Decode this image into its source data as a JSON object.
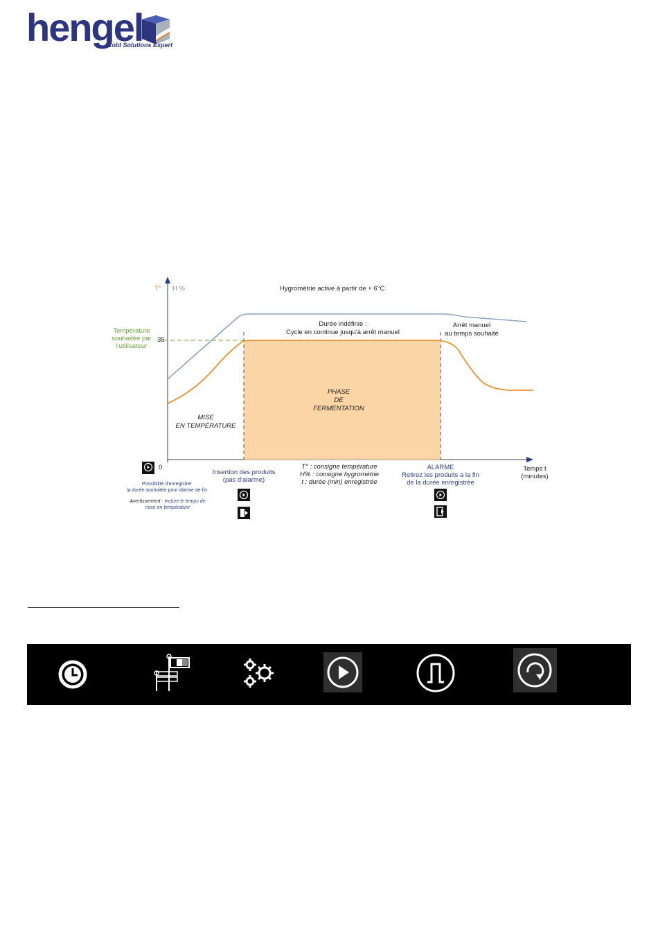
{
  "logo": {
    "brand": "hengel",
    "tagline": "Cold Solutions Expert",
    "colors": {
      "text": "#2d3580",
      "cube_top": "#3a4ea8",
      "cube_side": "#9aa3ad",
      "accent": "#e58a2b"
    }
  },
  "diagram": {
    "axis_t": "T°",
    "axis_h": "H %",
    "hygro_note": "Hygrométrie active à partir de  + 6°C",
    "target_temp_label_l1": "Température",
    "target_temp_label_l2": "souhaitée par",
    "target_temp_label_l3": "l'utilisateur",
    "tick_35": "35",
    "tick_0": "0",
    "duration_l1": "Durée indéfinie :",
    "duration_l2": "Cycle en continue jusqu'à arrêt manuel",
    "stop_l1": "Arrêt manuel",
    "stop_l2": "au temps souhaité",
    "phase_l1": "PHASE",
    "phase_l2": "DE",
    "phase_l3": "FERMENTATION",
    "mise_l1": "MISE",
    "mise_l2": "EN TEMPÉRATURE",
    "insert_l1": "Insertion des produits",
    "insert_l2": "(pas d'alarme)",
    "legend_l1": "T° : consigne température",
    "legend_l2": "H% :  consigne hygrométrie",
    "legend_l3": "t : durée (min) enregistrée",
    "alarm_title": "ALARME",
    "alarm_l1": "Retirez les produits a la fin",
    "alarm_l2": "de la durée enregistrée",
    "time_l1": "Temps t",
    "time_l2": "(minutes)",
    "possible_l1": "Possibilité d'enregistrer",
    "possible_l2": "la durée souhaitée pour alarme de fin",
    "warn_word": "Avertissement :",
    "warn_rest": "Inclure le temps de",
    "warn_l2": "mise en température",
    "colors": {
      "temperature": "#f0902f",
      "humidity": "#8aa3c0",
      "phase_fill": "#fbd5a6",
      "target": "#6aa33a",
      "alarm": "#2e3f8f"
    },
    "icons": [
      "play-icon",
      "play-icon",
      "door-exit-icon",
      "play-icon",
      "door-enter-icon"
    ]
  },
  "toolbar": {
    "buttons": [
      {
        "name": "clock-icon"
      },
      {
        "name": "flag-settings-icon"
      },
      {
        "name": "gears-icon"
      },
      {
        "name": "play-icon",
        "highlighted": true
      },
      {
        "name": "pulse-step-icon"
      },
      {
        "name": "refresh-icon",
        "highlighted": true
      }
    ]
  }
}
